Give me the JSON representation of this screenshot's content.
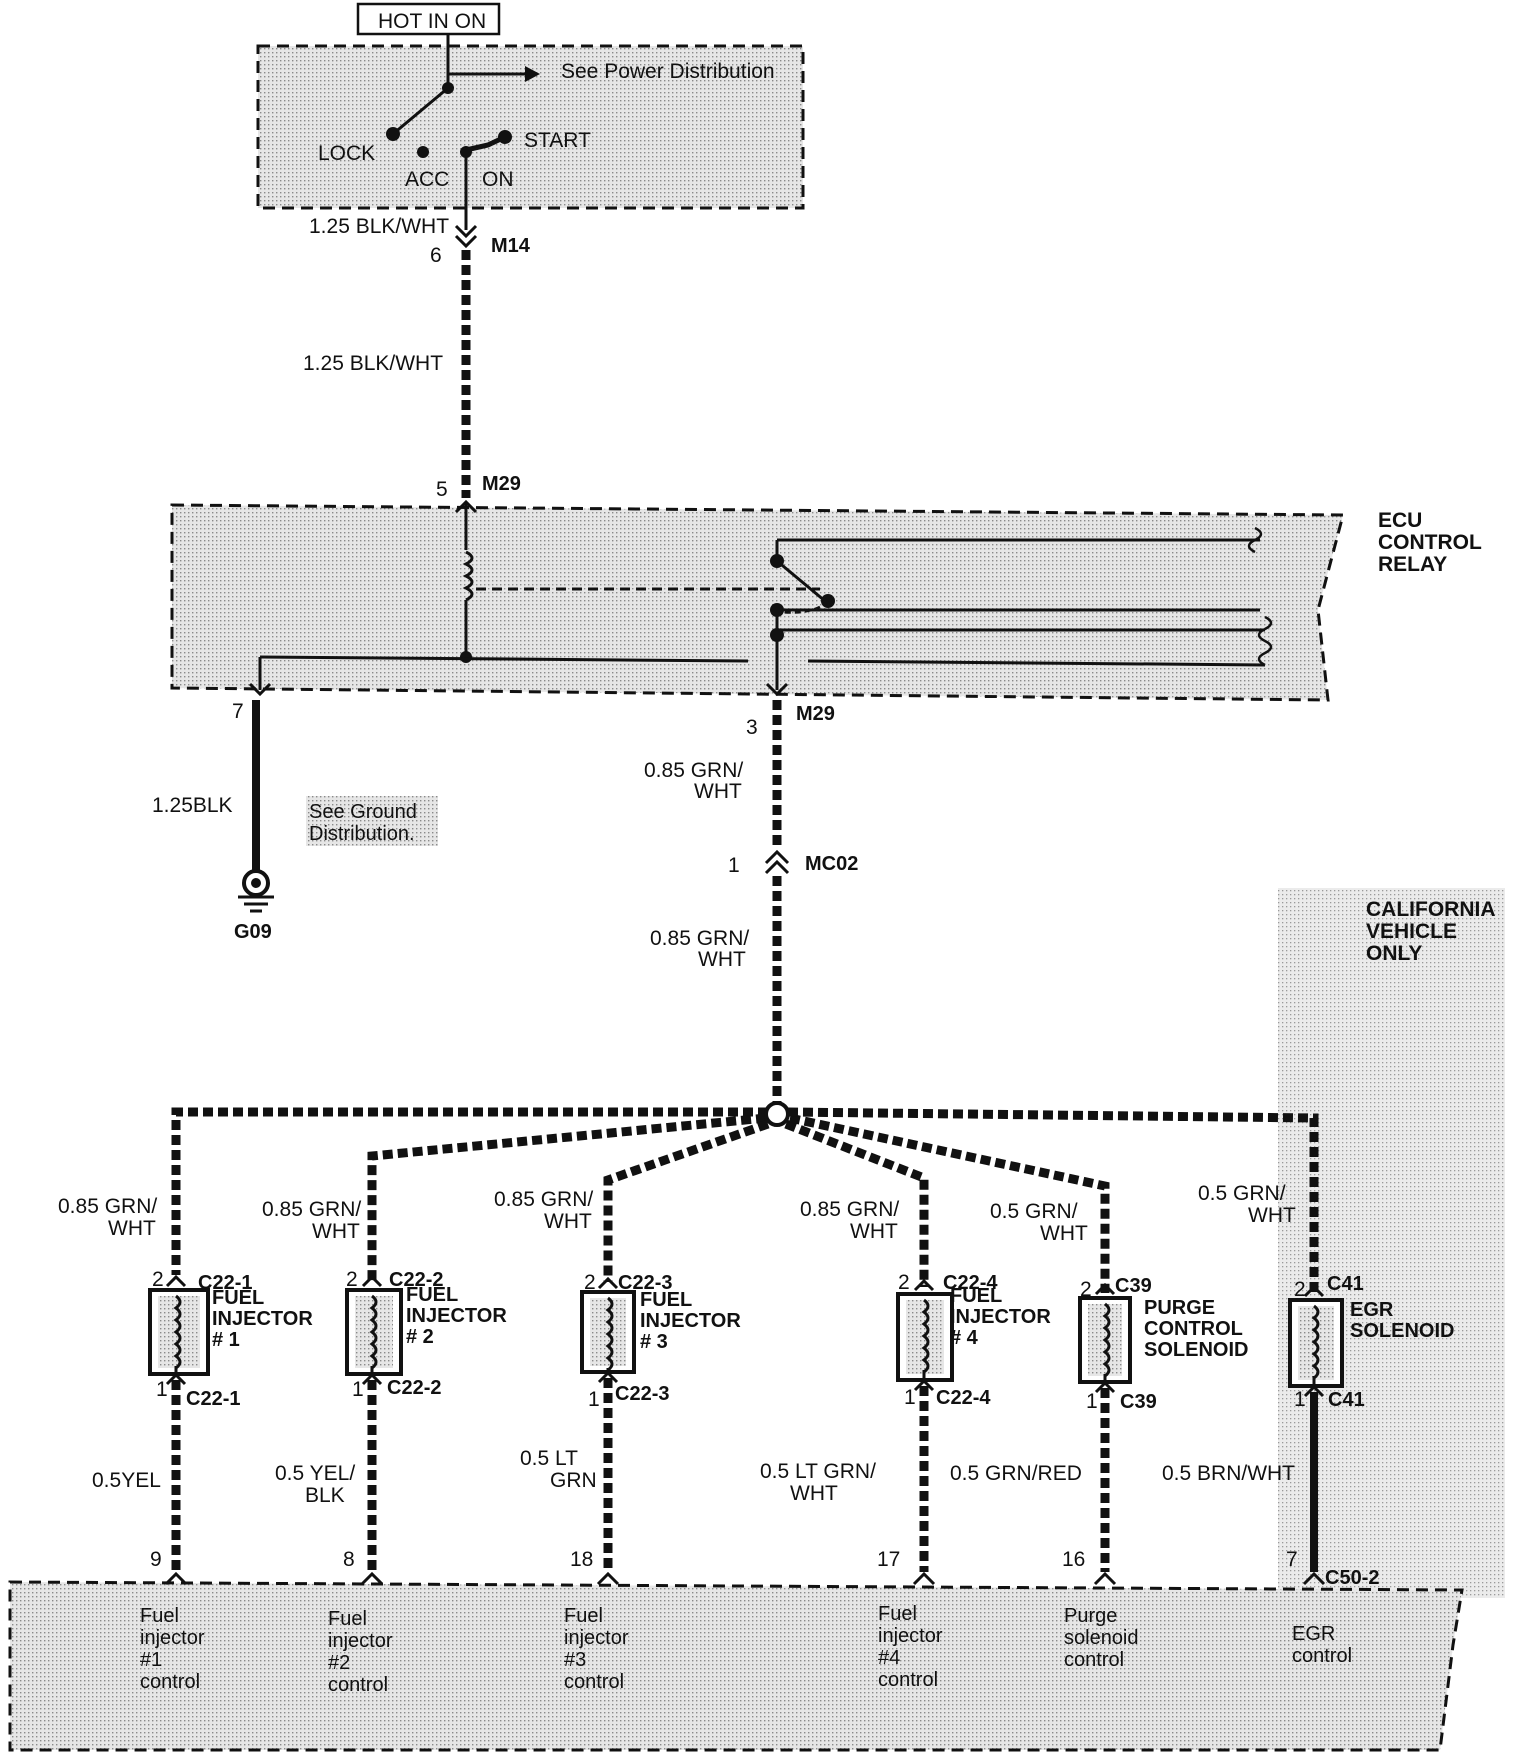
{
  "ignition": {
    "hot_label": "HOT IN ON",
    "power_ref": "See Power Distribution",
    "lock": "LOCK",
    "acc": "ACC",
    "on": "ON",
    "start": "START",
    "wire_top": "1.25 BLK/WHT",
    "connector_m14": "M14",
    "pin_m14": "6",
    "wire_mid": "1.25 BLK/WHT"
  },
  "relay": {
    "title": [
      "ECU",
      "CONTROL",
      "RELAY"
    ],
    "connector_top": "M29",
    "pin_top": "5",
    "pin_ground": "7",
    "pin_out": "3",
    "connector_bottom": "M29"
  },
  "ground": {
    "wire": "1.25BLK",
    "ref": [
      "See Ground",
      "Distribution."
    ],
    "name": "G09"
  },
  "feed": {
    "wire_upper": [
      "0.85 GRN/",
      "WHT"
    ],
    "connector_mc02": "MC02",
    "pin_mc02": "1",
    "wire_lower": [
      "0.85 GRN/",
      "WHT"
    ]
  },
  "california": [
    "CALIFORNIA",
    "VEHICLE",
    "ONLY"
  ],
  "branches": [
    {
      "wire_in": [
        "0.85 GRN/",
        "WHT"
      ],
      "pin_top": "2",
      "conn_top": "C22-1",
      "name": [
        "FUEL",
        "INJECTOR",
        "# 1"
      ],
      "pin_bot": "1",
      "conn_bot": "C22-1",
      "wire_out": [
        "0.5YEL"
      ],
      "ecu_pin": "9",
      "ecu_label": [
        "Fuel",
        "injector",
        "#1",
        "control"
      ]
    },
    {
      "wire_in": [
        "0.85 GRN/",
        "WHT"
      ],
      "pin_top": "2",
      "conn_top": "C22-2",
      "name": [
        "FUEL",
        "INJECTOR",
        "# 2"
      ],
      "pin_bot": "1",
      "conn_bot": "C22-2",
      "wire_out": [
        "0.5 YEL/",
        "BLK"
      ],
      "ecu_pin": "8",
      "ecu_label": [
        "Fuel",
        "injector",
        "#2",
        "control"
      ]
    },
    {
      "wire_in": [
        "0.85 GRN/",
        "WHT"
      ],
      "pin_top": "2",
      "conn_top": "C22-3",
      "name": [
        "FUEL",
        "INJECTOR",
        "# 3"
      ],
      "pin_bot": "1",
      "conn_bot": "C22-3",
      "wire_out": [
        "0.5 LT",
        "GRN"
      ],
      "ecu_pin": "18",
      "ecu_label": [
        "Fuel",
        "injector",
        "#3",
        "control"
      ]
    },
    {
      "wire_in": [
        "0.85 GRN/",
        "WHT"
      ],
      "pin_top": "2",
      "conn_top": "C22-4",
      "name": [
        "FUEL",
        "INJECTOR",
        "# 4"
      ],
      "pin_bot": "1",
      "conn_bot": "C22-4",
      "wire_out": [
        "0.5 LT GRN/",
        "WHT"
      ],
      "ecu_pin": "17",
      "ecu_label": [
        "Fuel",
        "injector",
        "#4",
        "control"
      ]
    },
    {
      "wire_in": [
        "0.5 GRN/",
        "WHT"
      ],
      "pin_top": "2",
      "conn_top": "C39",
      "name": [
        "PURGE",
        "CONTROL",
        "SOLENOID"
      ],
      "pin_bot": "1",
      "conn_bot": "C39",
      "wire_out": [
        "0.5 GRN/RED"
      ],
      "ecu_pin": "16",
      "ecu_label": [
        "Purge",
        "solenoid",
        "control"
      ]
    },
    {
      "wire_in": [
        "0.5 GRN/",
        "WHT"
      ],
      "pin_top": "2",
      "conn_top": "C41",
      "name": [
        "EGR",
        "SOLENOID"
      ],
      "pin_bot": "1",
      "conn_bot": "C41",
      "wire_out": [
        "0.5 BRN/WHT"
      ],
      "ecu_pin": "7",
      "ecu_label": [
        "EGR",
        "control"
      ]
    }
  ],
  "ecu_connector": "C50-2"
}
